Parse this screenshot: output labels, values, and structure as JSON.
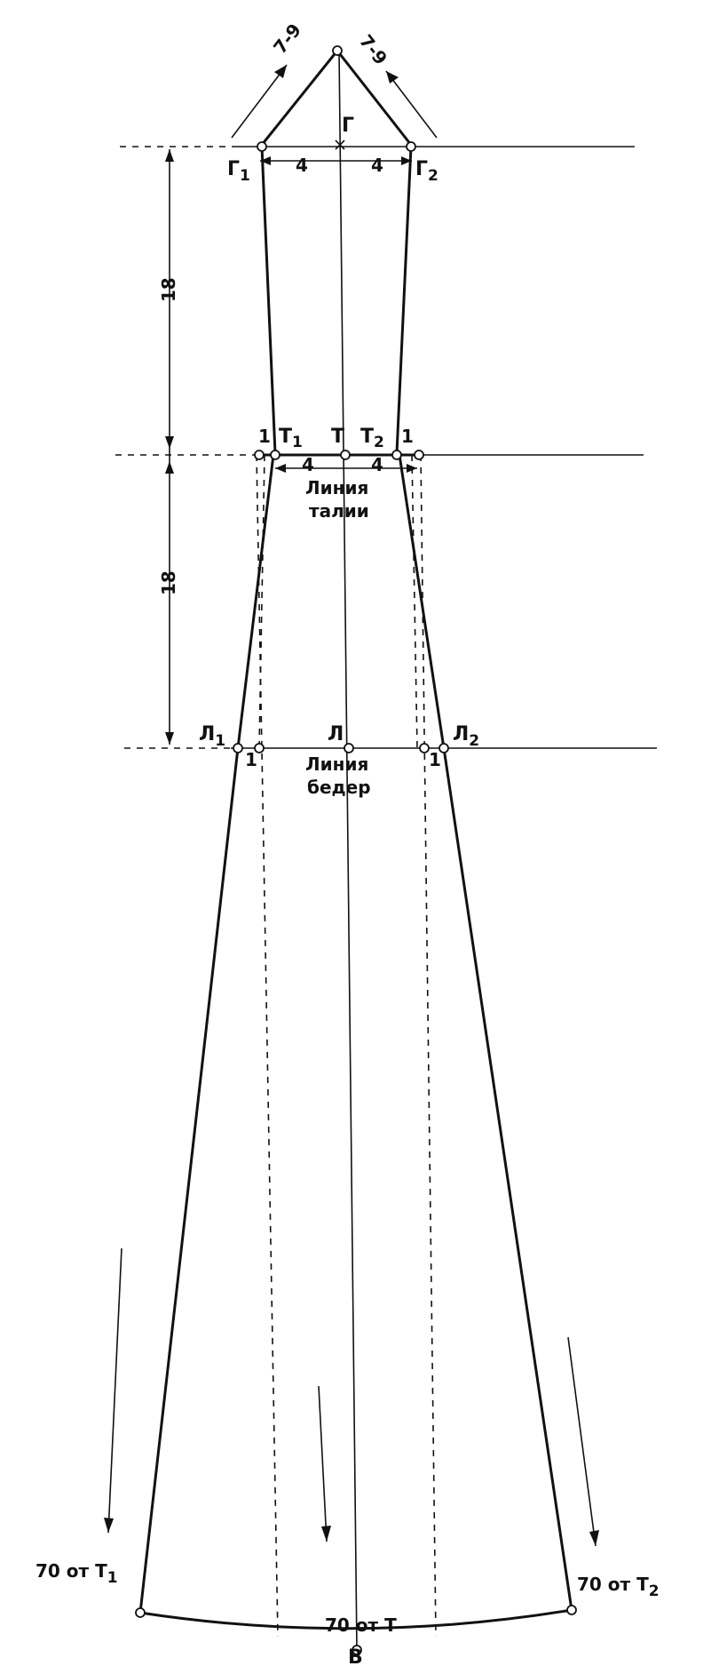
{
  "labels": {
    "top_dim_left": "7-9",
    "top_dim_right": "7-9",
    "point_G": "Г",
    "point_G1": "Г",
    "point_G1_sub": "1",
    "point_G2": "Г",
    "point_G2_sub": "2",
    "dim_g_left": "4",
    "dim_g_right": "4",
    "dim_vertical_upper": "18",
    "dim_vertical_lower": "18",
    "waist_one_left": "1",
    "waist_one_right": "1",
    "point_T": "Т",
    "point_T1": "Т",
    "point_T1_sub": "1",
    "point_T2": "Т",
    "point_T2_sub": "2",
    "dim_t_left": "4",
    "dim_t_right": "4",
    "waist_line_1": "Линия",
    "waist_line_2": "талии",
    "point_L": "Л",
    "point_L1": "Л",
    "point_L1_sub": "1",
    "point_L2": "Л",
    "point_L2_sub": "2",
    "hip_one_left": "1",
    "hip_one_right": "1",
    "hip_line_1": "Линия",
    "hip_line_2": "бедер",
    "bottom_left": "70 от Т",
    "bottom_left_sub": "1",
    "bottom_center": "70 от Т",
    "bottom_right": "70 от Т",
    "bottom_right_sub": "2",
    "point_B": "В"
  }
}
